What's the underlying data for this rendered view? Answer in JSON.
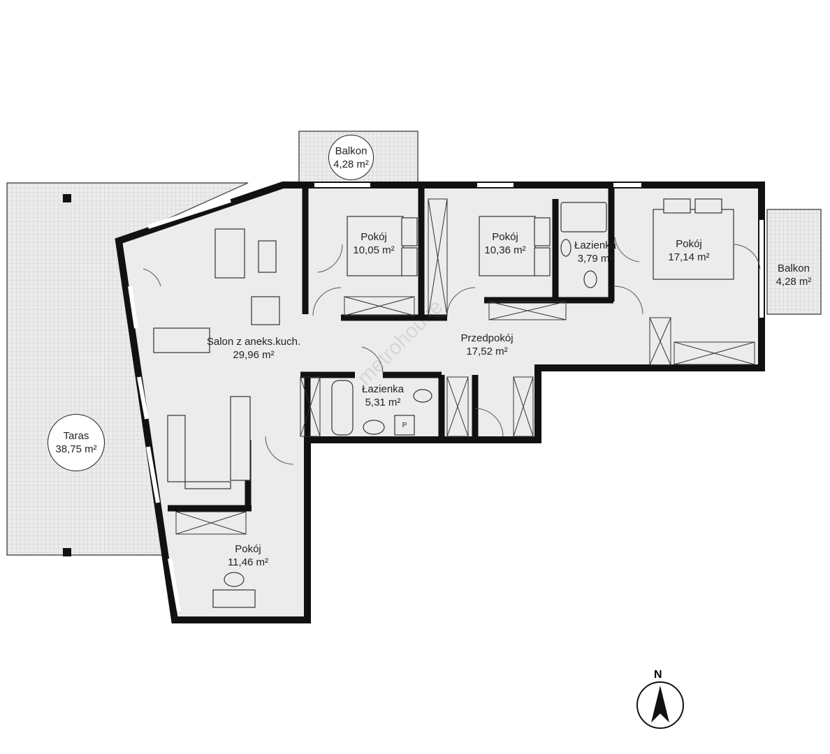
{
  "rooms": [
    {
      "name": "Balkon",
      "area": "4,28 m²"
    },
    {
      "name": "Pokój",
      "area": "10,05 m²"
    },
    {
      "name": "Pokój",
      "area": "10,36 m²"
    },
    {
      "name": "Łazienka",
      "area": "3,79 m²"
    },
    {
      "name": "Pokój",
      "area": "17,14 m²"
    },
    {
      "name": "Balkon",
      "area": "4,28 m²"
    },
    {
      "name": "Salon z aneks.kuch.",
      "area": "29,96 m²"
    },
    {
      "name": "Przedpokój",
      "area": "17,52 m²"
    },
    {
      "name": "Łazienka",
      "area": "5,31 m²"
    },
    {
      "name": "Taras",
      "area": "38,75 m²"
    },
    {
      "name": "Pokój",
      "area": "11,46 m²"
    }
  ],
  "fixtures": {
    "boiler_label": "P"
  },
  "compass": {
    "label": "N"
  },
  "watermark": "metrohouse"
}
